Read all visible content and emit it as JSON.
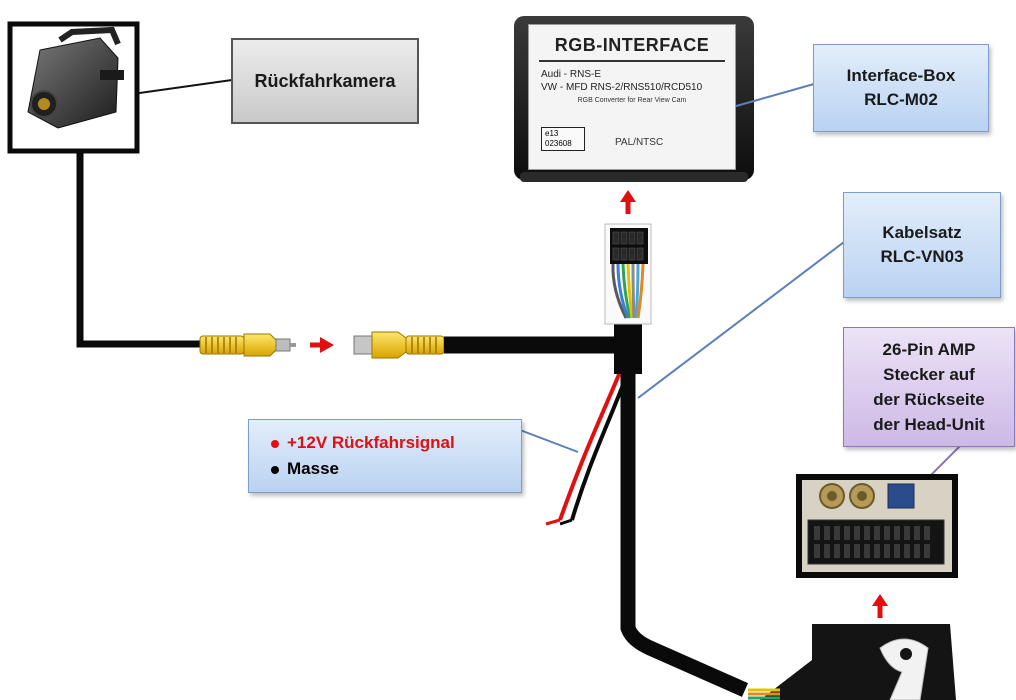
{
  "callouts": {
    "camera": "Rückfahrkamera",
    "interface_line1": "Interface-Box",
    "interface_line2": "RLC-M02",
    "cable_line1": "Kabelsatz",
    "cable_line2": "RLC-VN03",
    "connector_line1": "26-Pin AMP",
    "connector_line2": "Stecker auf",
    "connector_line3": "der Rückseite",
    "connector_line4": "der Head-Unit"
  },
  "signals": {
    "line1": "+12V Rückfahrsignal",
    "line2": "Masse"
  },
  "interface_label": {
    "title": "RGB-INTERFACE",
    "line1": "Audi - RNS-E",
    "line2": "VW - MFD RNS-2/RNS510/RCD510",
    "line3": "RGB Converter for Rear View Cam",
    "cert1": "e13",
    "cert2": "023608",
    "video": "PAL/NTSC"
  },
  "colors": {
    "arrow": "#e01010",
    "plus12v": "#e01010",
    "masse": "#000000",
    "callout_blue": "#b9d2f1",
    "callout_purple": "#cdb9e6",
    "callout_grey": "#d0d0d0",
    "cinch_yellow": "#f2c200"
  }
}
